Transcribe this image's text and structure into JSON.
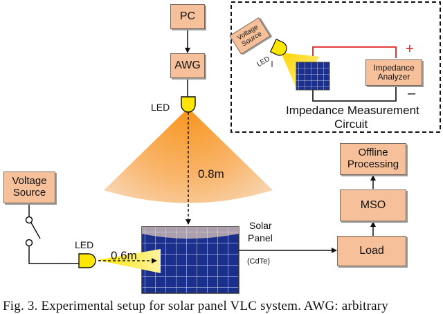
{
  "blocks": {
    "pc": "PC",
    "awg": "AWG",
    "voltage_source_left": [
      "Voltage",
      "Source"
    ],
    "voltage_source_inset": [
      "Voltage",
      "Source"
    ],
    "impedance_analyzer": [
      "Impedance",
      "Analyzer"
    ],
    "offline_processing": [
      "Offline",
      "Processing"
    ],
    "mso": "MSO",
    "load": "Load"
  },
  "labels": {
    "led_top": "LED",
    "led_left": "LED",
    "led_inset": "LED",
    "distance_vertical": "0.8m",
    "distance_horizontal": "0.6m",
    "solar_panel": [
      "Solar",
      "Panel"
    ],
    "panel_type": "(CdTe)",
    "inset_title": [
      "Impedance Measurement",
      "Circuit"
    ],
    "plus": "+",
    "minus": "–"
  },
  "caption": "Fig. 3.  Experimental setup for solar panel VLC system. AWG: arbitrary",
  "colors": {
    "block_fill": "#f6c09a",
    "led_fill": "#ffe600",
    "beam_orange": "#f7941d",
    "panel_blue": "#1b2f8c",
    "wire_red": "#e02020"
  }
}
